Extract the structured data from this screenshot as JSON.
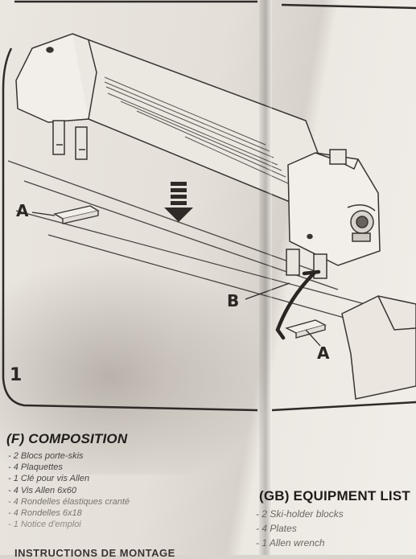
{
  "figure": {
    "number": "1",
    "callouts": {
      "a_left": "A",
      "b": "B",
      "a_right": "A"
    }
  },
  "composition_fr": {
    "heading": "(F) COMPOSITION",
    "items": [
      "- 2 Blocs porte-skis",
      "- 4 Plaquettes",
      "- 1 Clé pour vis Allen",
      "- 4 Vis Allen 6x60",
      "- 4 Rondelles élastiques cranté",
      "- 4 Rondelles 6x18",
      "- 1 Notice d'emploi"
    ],
    "next_heading": "INSTRUCTIONS DE MONTAGE"
  },
  "equipment_gb": {
    "heading": "(GB) EQUIPMENT LIST",
    "items": [
      "- 2 Ski-holder blocks",
      "- 4 Plates",
      "- 1 Allen wrench"
    ]
  }
}
